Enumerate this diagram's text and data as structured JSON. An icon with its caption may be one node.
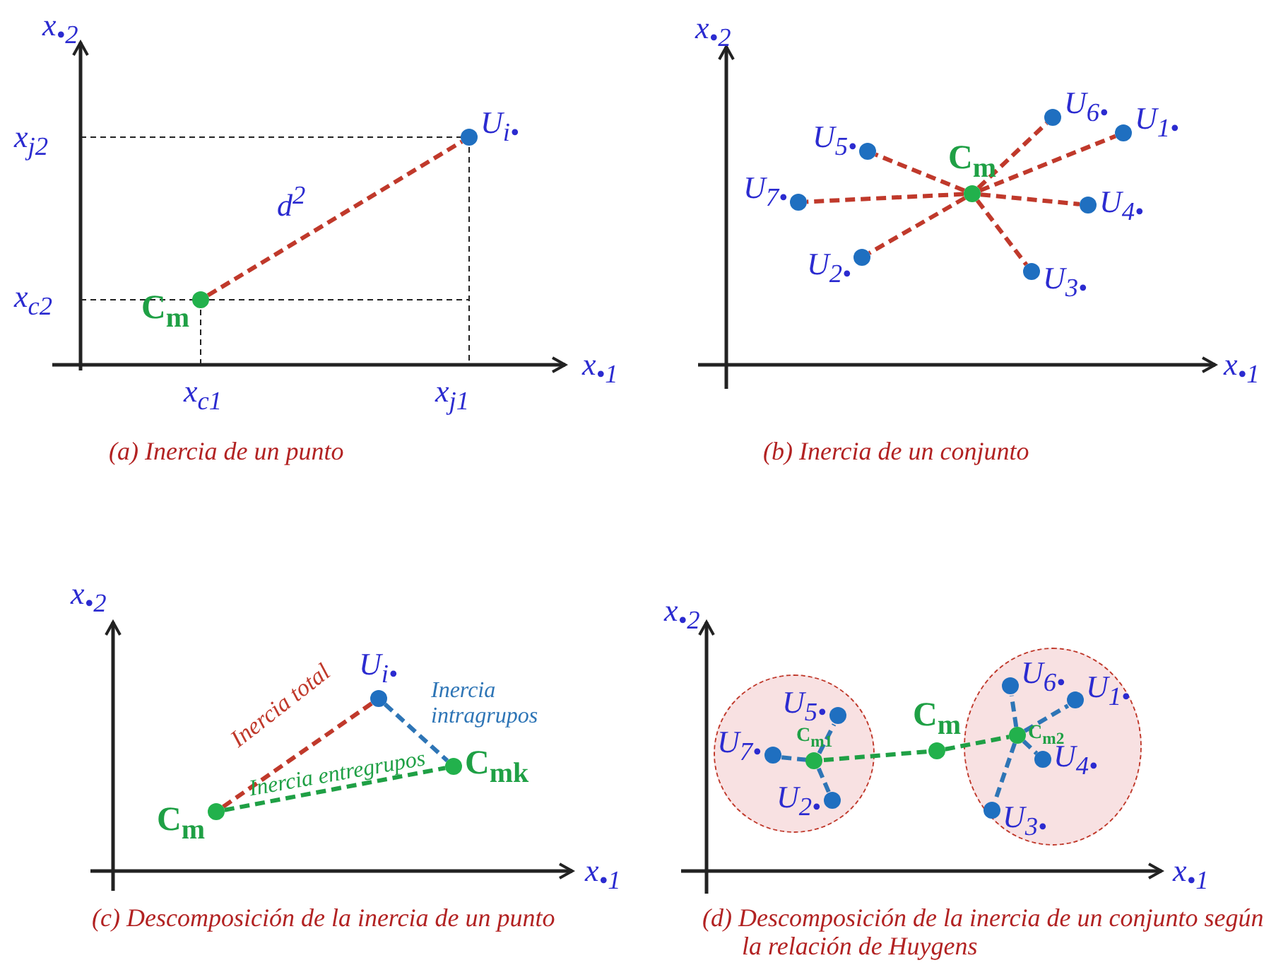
{
  "diagram": {
    "nodes": [
      {
        "text": [
          "U$_{i•}$"
        ]
      },
      {
        "text": [
          "C$_{m}$"
        ]
      },
      {
        "text": [
          "C$_{m}$"
        ]
      },
      {
        "text": [
          "U$_{5•}$"
        ]
      },
      {
        "text": [
          "U$_{7•}$"
        ]
      },
      {
        "text": [
          "U$_{2•}$"
        ]
      },
      {
        "text": [
          "U$_{6•}$"
        ]
      },
      {
        "text": [
          "U$_{1•}$"
        ]
      },
      {
        "text": [
          "U$_{4•}$"
        ]
      },
      {
        "text": [
          "U$_{3•}$"
        ]
      },
      {
        "text": [
          "U$_{i•}$"
        ]
      },
      {
        "text": [
          "C$_{mk}$"
        ]
      },
      {
        "text": [
          "C$_{m}$"
        ]
      },
      {
        "text": [],
        "shape": "ellipse"
      },
      {
        "text": [],
        "shape": "ellipse"
      },
      {
        "text": [
          "U$_{5•}$"
        ],
        "in": 13
      },
      {
        "text": [
          "U$_{7•}$"
        ],
        "in": 13
      },
      {
        "text": [
          "C$_{m1}$"
        ],
        "in": 13
      },
      {
        "text": [
          "U$_{2•}$"
        ],
        "in": 13
      },
      {
        "text": [
          "C$_{m}$"
        ]
      },
      {
        "text": [
          "U$_{6•}$"
        ],
        "in": 14
      },
      {
        "text": [
          "U$_{1•}$"
        ],
        "in": 14
      },
      {
        "text": [
          "C$_{m2}$"
        ],
        "in": 14
      },
      {
        "text": [
          "U$_{4•}$"
        ],
        "in": 14
      },
      {
        "text": [
          "U$_{3•}$"
        ],
        "in": 14
      }
    ],
    "edges": [
      {
        "from": 1,
        "to": 0,
        "arrow": "none",
        "label": "d$^{2}$",
        "style": "dashed"
      },
      {
        "from": 2,
        "to": 3,
        "arrow": "none",
        "style": "dashed"
      },
      {
        "from": 2,
        "to": 4,
        "arrow": "none",
        "style": "dashed"
      },
      {
        "from": 2,
        "to": 5,
        "arrow": "none",
        "style": "dashed"
      },
      {
        "from": 2,
        "to": 6,
        "arrow": "none",
        "style": "dashed"
      },
      {
        "from": 2,
        "to": 7,
        "arrow": "none",
        "style": "dashed"
      },
      {
        "from": 2,
        "to": 8,
        "arrow": "none",
        "style": "dashed"
      },
      {
        "from": 2,
        "to": 9,
        "arrow": "none",
        "style": "dashed"
      },
      {
        "from": 12,
        "to": 10,
        "arrow": "none",
        "label": "Inercia total",
        "style": "dashed"
      },
      {
        "from": 10,
        "to": 11,
        "arrow": "none",
        "label": "Inercia intragrupos",
        "style": "dashed",
        "color": "#2e75b6"
      },
      {
        "from": 12,
        "to": 11,
        "arrow": "none",
        "label": "Inercia entregrupos",
        "style": "dashed",
        "color": "#1fa045"
      },
      {
        "from": 17,
        "to": 15,
        "arrow": "none",
        "style": "dashed",
        "color": "#2e75b6"
      },
      {
        "from": 17,
        "to": 16,
        "arrow": "none",
        "style": "dashed",
        "color": "#2e75b6"
      },
      {
        "from": 17,
        "to": 18,
        "arrow": "none",
        "style": "dashed",
        "color": "#2e75b6"
      },
      {
        "from": 22,
        "to": 20,
        "arrow": "none",
        "style": "dashed",
        "color": "#2e75b6"
      },
      {
        "from": 22,
        "to": 21,
        "arrow": "none",
        "style": "dashed",
        "color": "#2e75b6"
      },
      {
        "from": 22,
        "to": 23,
        "arrow": "none",
        "style": "dashed",
        "color": "#2e75b6"
      },
      {
        "from": 22,
        "to": 24,
        "arrow": "none",
        "style": "dashed",
        "color": "#2e75b6"
      },
      {
        "from": 17,
        "to": 19,
        "arrow": "none",
        "style": "dashed",
        "color": "#1fa045"
      },
      {
        "from": 19,
        "to": 22,
        "arrow": "none",
        "style": "dashed",
        "color": "#1fa045"
      }
    ],
    "labels": [
      "x$_{•2}$",
      "x$_{j2}$",
      "x$_{c2}$",
      "x$_{•1}$",
      "x$_{c1}$",
      "x$_{j1}$",
      "(a) Inercia de un punto",
      "x$_{•2}$",
      "x$_{•1}$",
      "(b) Inercia de un conjunto",
      "x$_{•2}$",
      "x$_{•1}$",
      "(c) Descomposición de la inercia de un punto",
      "x$_{•2}$",
      "x$_{•1}$",
      "(d) Descomposición de la inercia de un conjunto según la relación de Huygens"
    ]
  }
}
